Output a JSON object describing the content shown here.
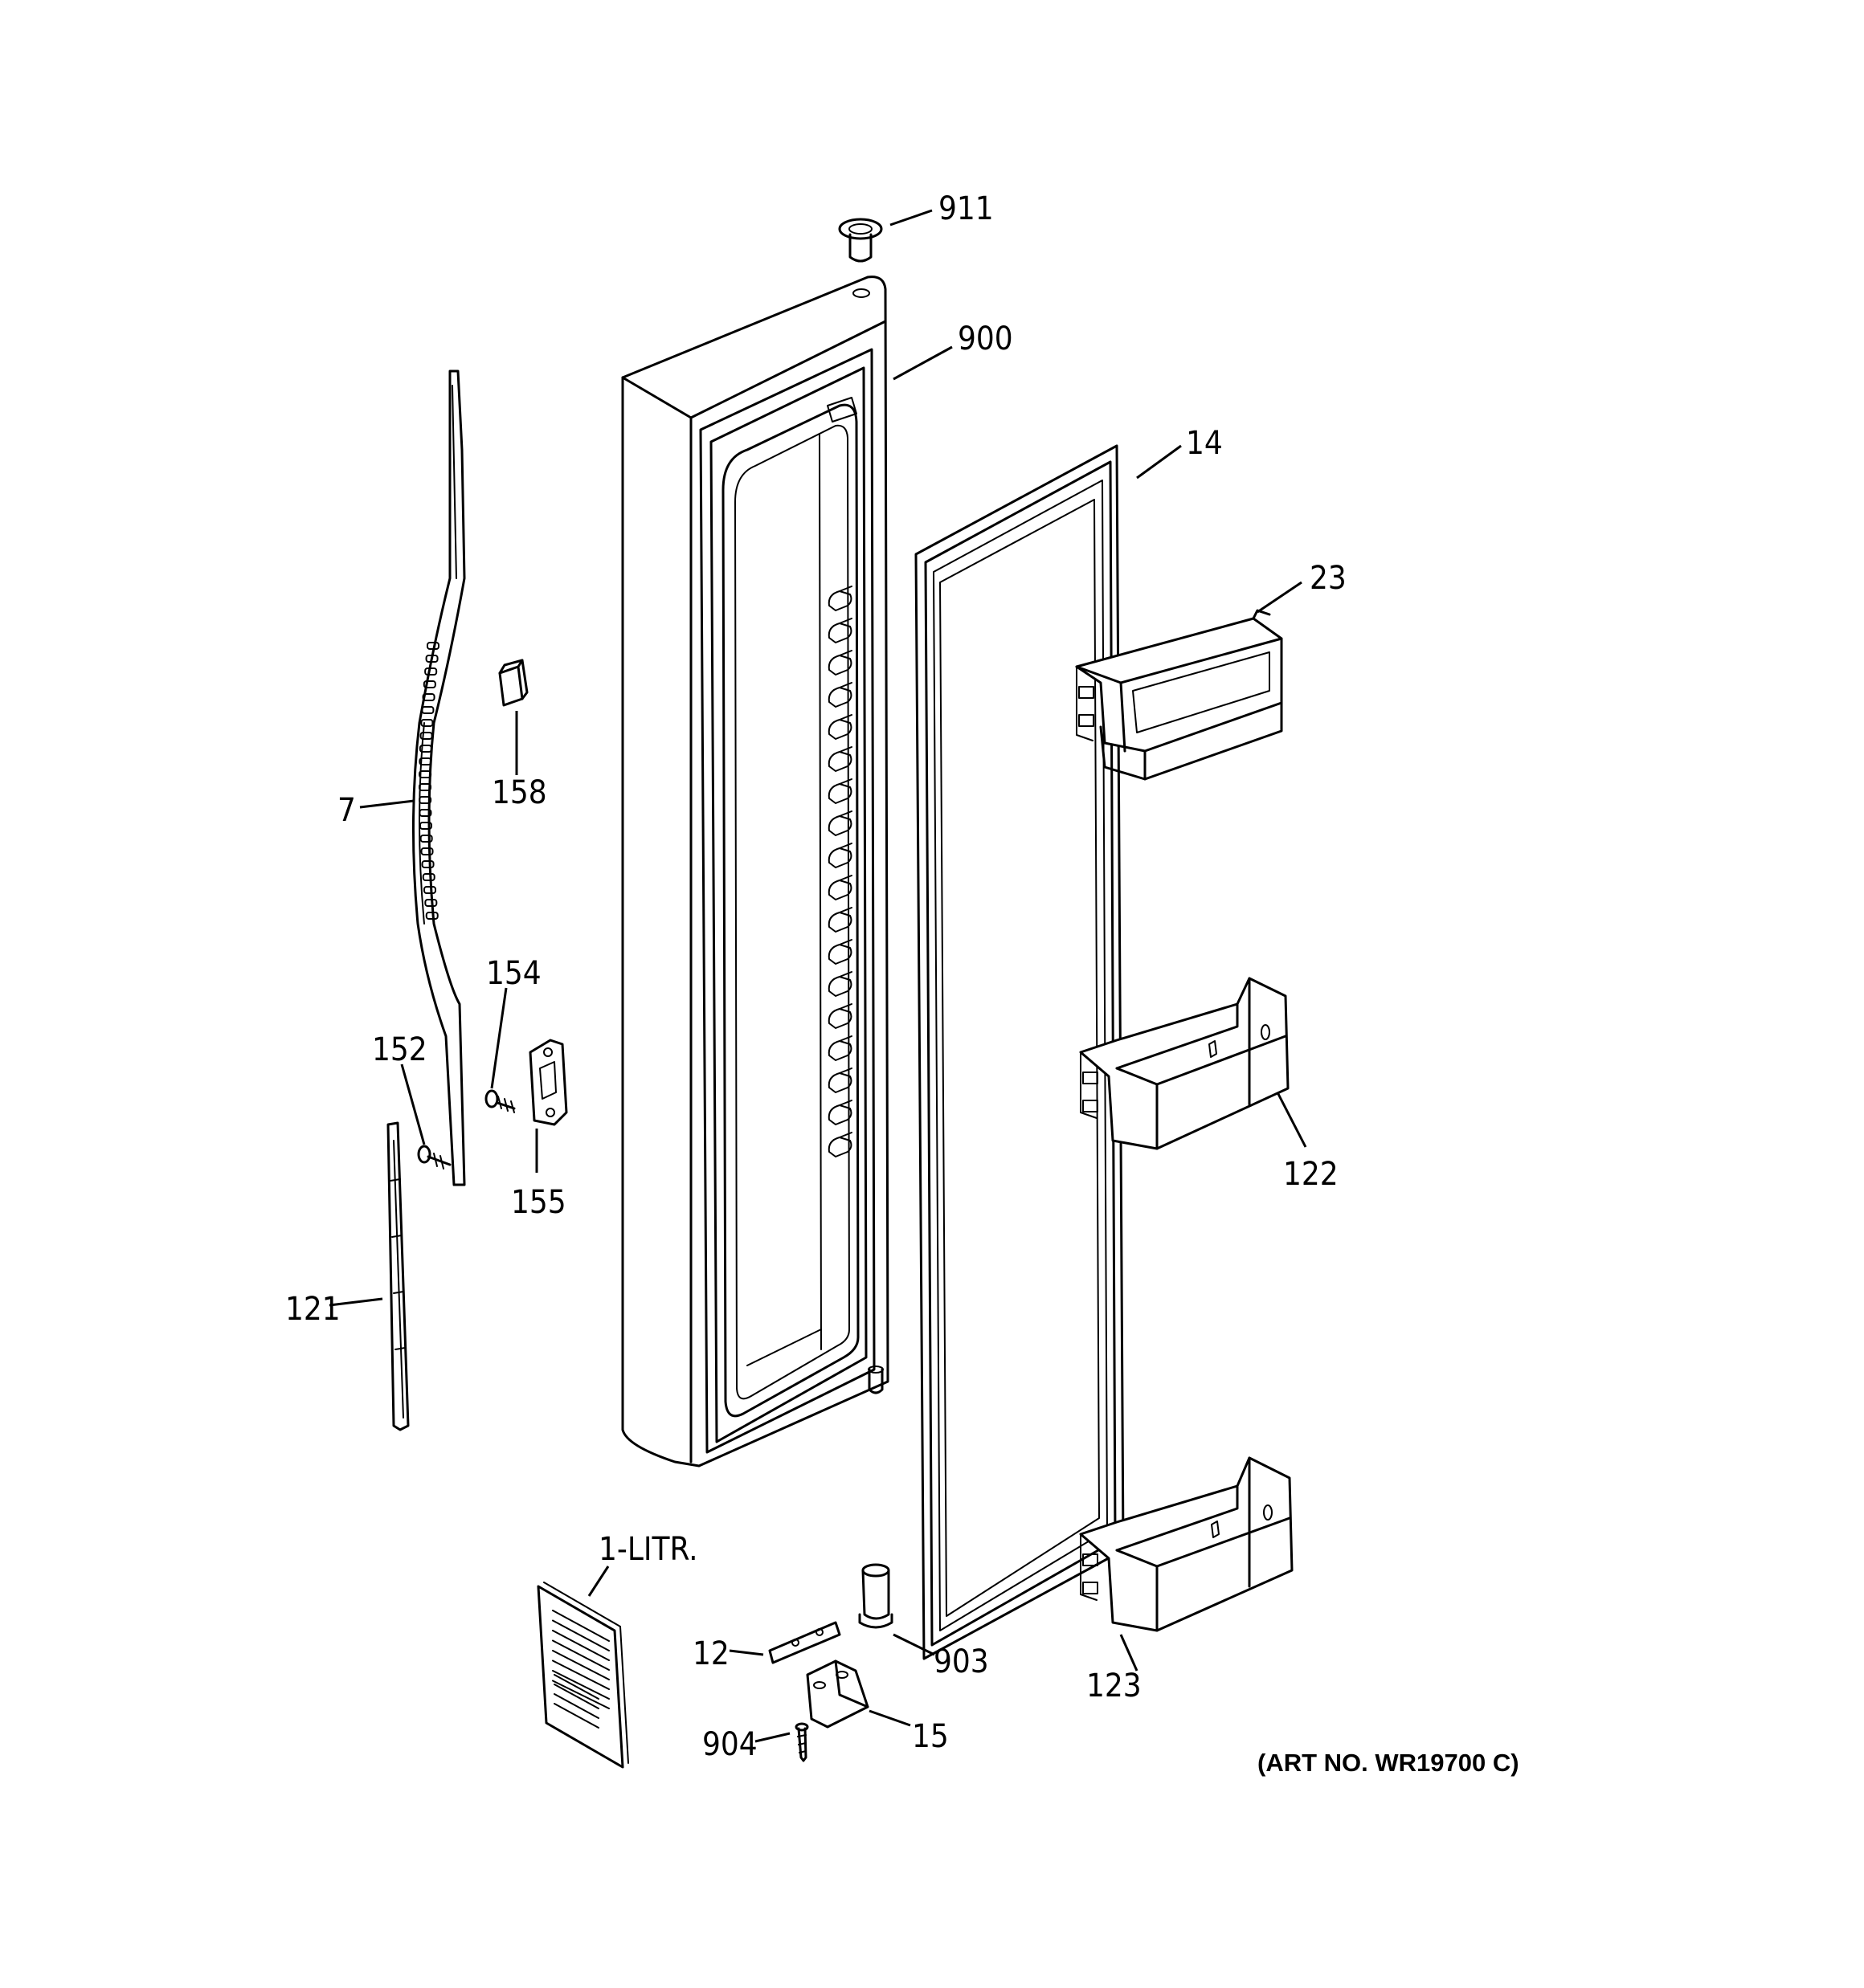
{
  "callouts": {
    "p911": "911",
    "p900": "900",
    "p14": "14",
    "p23": "23",
    "p158": "158",
    "p7": "7",
    "p154": "154",
    "p152": "152",
    "p155": "155",
    "p122": "122",
    "p121": "121",
    "p1litr": "1-LITR.",
    "p12": "12",
    "p903": "903",
    "p123": "123",
    "p904": "904",
    "p15": "15"
  },
  "art_number": "(ART NO. WR19700 C)"
}
